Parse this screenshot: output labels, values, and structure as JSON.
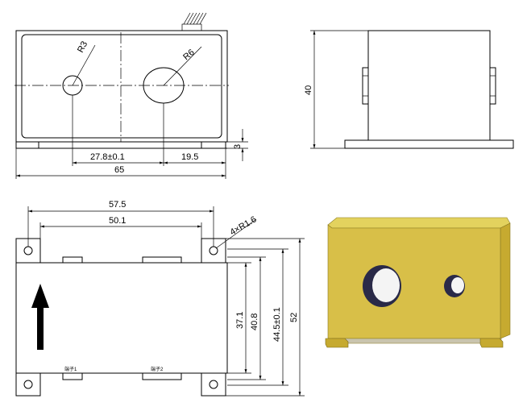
{
  "front_view": {
    "radius_small": "R3",
    "radius_large": "R6",
    "dim_hole_spacing": "27.8±0.1",
    "dim_hole_to_edge": "19.5",
    "dim_width": "65",
    "dim_foot_height": "3"
  },
  "side_view": {
    "dim_height": "40"
  },
  "top_view": {
    "dim_outer_mounting": "57.5",
    "dim_inner_mounting": "50.1",
    "mount_hole_note": "4×R1.6",
    "dim_37": "37.1",
    "dim_40": "40.8",
    "dim_44": "44.5±0.1",
    "dim_52": "52",
    "pin_label_1": "端子1",
    "pin_label_2": "端子2"
  },
  "iso_view": {
    "body_color": "#d8bf48",
    "top_color": "#e3d25e",
    "side_color": "#c6aa30",
    "hole_color": "#2a2a48"
  }
}
